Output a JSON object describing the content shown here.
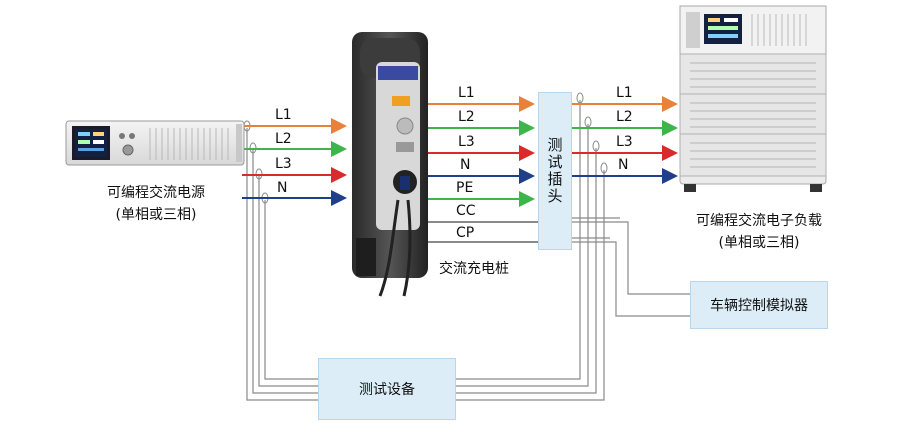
{
  "source_device": {
    "line1": "可编程交流电源",
    "line2": "(单相或三相)"
  },
  "charger": {
    "label": "交流充电桩"
  },
  "load_device": {
    "line1": "可编程交流电子负载",
    "line2": "(单相或三相)"
  },
  "test_plug": {
    "label": "测试插头"
  },
  "vehicle_sim": {
    "label": "车辆控制模拟器"
  },
  "test_equipment": {
    "label": "测试设备"
  },
  "input_wires": [
    "L1",
    "L2",
    "L3",
    "N"
  ],
  "charger_wires": [
    "L1",
    "L2",
    "L3",
    "N",
    "PE",
    "CC",
    "CP"
  ],
  "output_wires": [
    "L1",
    "L2",
    "L3",
    "N"
  ],
  "colors": {
    "L1": "#e8823a",
    "L2": "#3db54a",
    "L3": "#d92b2b",
    "N": "#1f3f8a",
    "PE": "#3db54a",
    "signal": "#8a8a8a",
    "box_fill": "#dcedf8"
  }
}
